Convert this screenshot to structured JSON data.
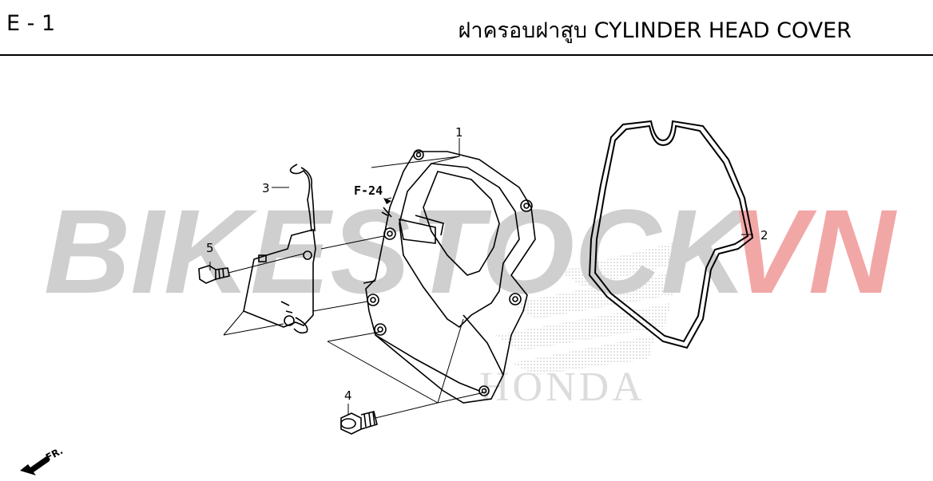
{
  "header": {
    "code": "E - 1",
    "title": "ฝาครอบฝาสูบ  CYLINDER HEAD COVER"
  },
  "watermark": {
    "prefix": "BIKESTOCK",
    "suffix": "VN",
    "brand_text": "HONDA",
    "colors": {
      "prefix": "#cfcfcf",
      "suffix": "#f2a7a7",
      "brand": "#d9d9d9"
    }
  },
  "diagram": {
    "reference": "F-24",
    "direction_label": "FR.",
    "callouts": [
      {
        "id": "1",
        "part": "cylinder-head-cover"
      },
      {
        "id": "2",
        "part": "cover-gasket"
      },
      {
        "id": "3",
        "part": "wire-clip"
      },
      {
        "id": "4",
        "part": "flange-bolt"
      },
      {
        "id": "5",
        "part": "small-bolt"
      }
    ]
  }
}
